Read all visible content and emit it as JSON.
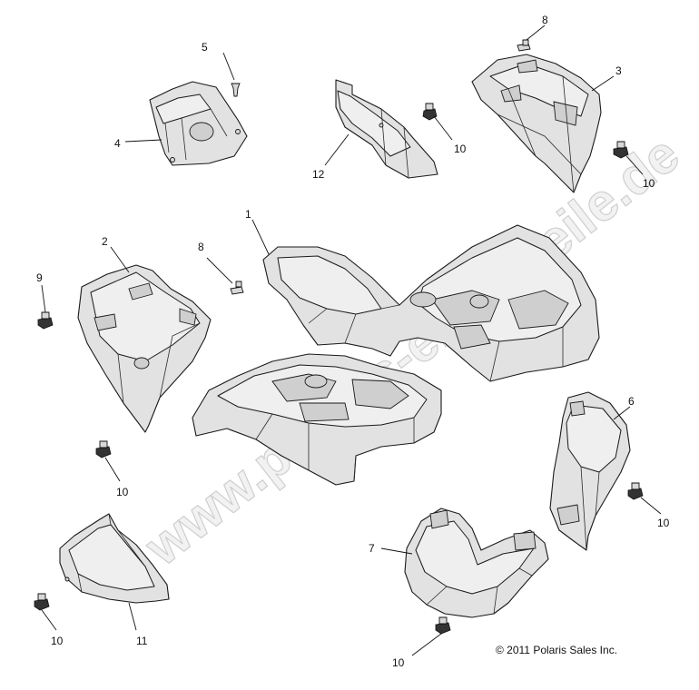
{
  "watermark": "www.polaris-ersatzteile.de",
  "copyright": "© 2011 Polaris Sales Inc.",
  "callouts": {
    "c1": "1",
    "c2": "2",
    "c3": "3",
    "c4": "4",
    "c5": "5",
    "c6": "6",
    "c7": "7",
    "c8a": "8",
    "c8b": "8",
    "c9": "9",
    "c10a": "10",
    "c10b": "10",
    "c10c": "10",
    "c10d": "10",
    "c10e": "10",
    "c10f": "10",
    "c11": "11",
    "c12": "12"
  }
}
